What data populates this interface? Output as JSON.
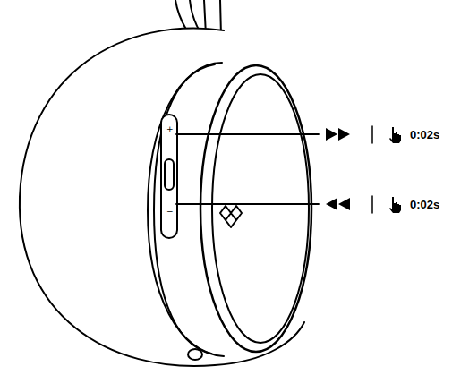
{
  "diagram": {
    "labels": [
      "0:02s",
      "0:02s",
      "+",
      "−"
    ]
  }
}
